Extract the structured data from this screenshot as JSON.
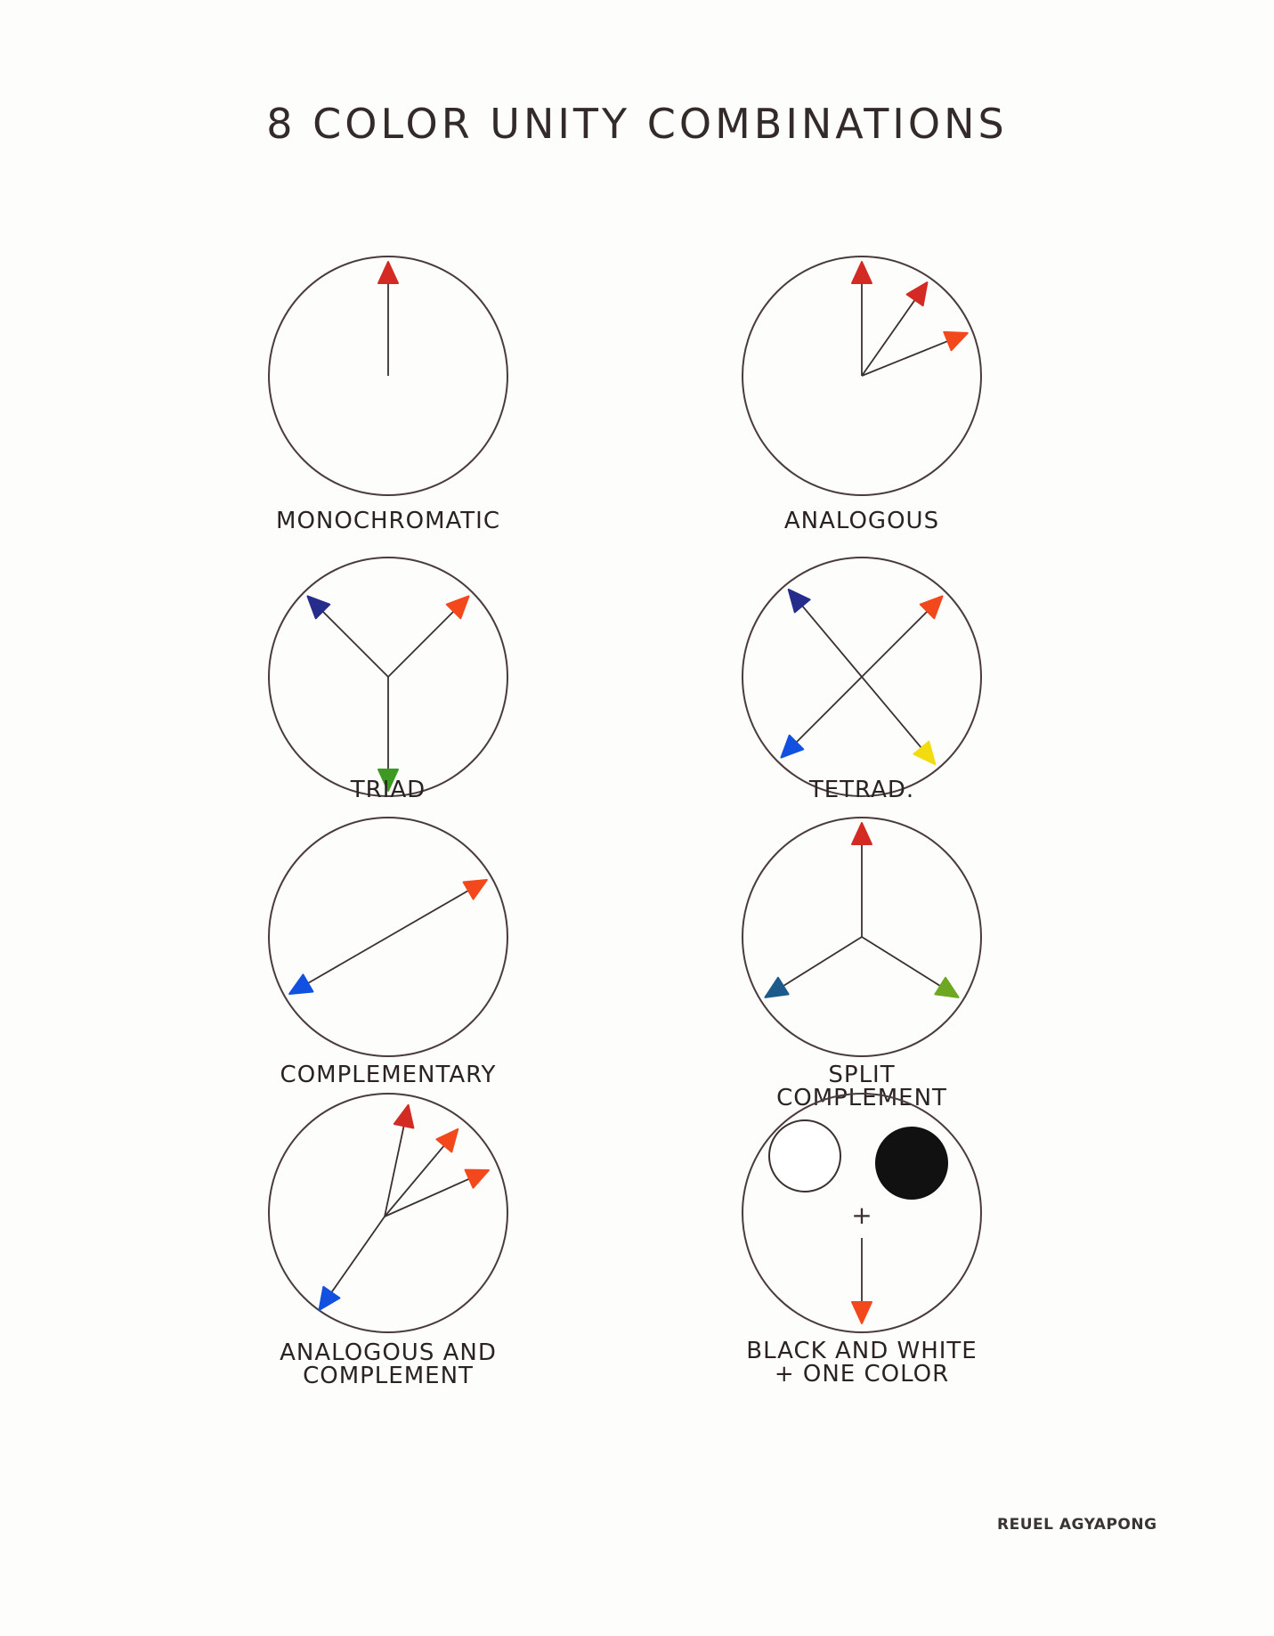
{
  "title": "8 COLOR UNITY COMBINATIONS",
  "signature": "REUEL AGYAPONG",
  "colors": {
    "red": "#d42a24",
    "red_orange": "#f2481c",
    "green": "#3c9a22",
    "navy": "#262c8c",
    "blue": "#1250e0",
    "yellow": "#f2dc10",
    "teal": "#1d5a8c",
    "yellow_green": "#6ea822",
    "black": "#111111",
    "line": "#3a3030"
  },
  "panels": [
    {
      "id": "monochromatic",
      "label": "MONOCHROMATIC",
      "label_lines": [
        "MONOCHROMATIC"
      ],
      "arrows": [
        {
          "angle": 0,
          "color": "red"
        }
      ]
    },
    {
      "id": "analogous",
      "label": "ANALOGOUS",
      "label_lines": [
        "ANALOGOUS"
      ],
      "arrows": [
        {
          "angle": 0,
          "color": "red"
        },
        {
          "angle": 35,
          "color": "red"
        },
        {
          "angle": 68,
          "color": "red_orange"
        }
      ]
    },
    {
      "id": "triad",
      "label": "TRIAD",
      "label_lines": [
        "TRIAD"
      ],
      "arrows": [
        {
          "angle": -45,
          "color": "navy"
        },
        {
          "angle": 45,
          "color": "red_orange"
        },
        {
          "angle": 180,
          "color": "green"
        }
      ]
    },
    {
      "id": "tetrad",
      "label": "TETRAD.",
      "label_lines": [
        "TETRAD."
      ],
      "arrows": [
        {
          "angle": -40,
          "color": "navy"
        },
        {
          "angle": 45,
          "color": "red_orange"
        },
        {
          "angle": 225,
          "color": "blue"
        },
        {
          "angle": 140,
          "color": "yellow"
        }
      ]
    },
    {
      "id": "complementary",
      "label": "COMPLEMENTARY",
      "label_lines": [
        "COMPLEMENTARY"
      ],
      "arrows": [
        {
          "angle": 60,
          "color": "red_orange"
        },
        {
          "angle": 240,
          "color": "blue"
        }
      ]
    },
    {
      "id": "split-complement",
      "label": "SPLIT COMPLEMENT",
      "label_lines": [
        "SPLIT COMPLEMENT"
      ],
      "arrows": [
        {
          "angle": 0,
          "color": "red"
        },
        {
          "angle": 238,
          "color": "teal"
        },
        {
          "angle": 122,
          "color": "yellow_green"
        }
      ]
    },
    {
      "id": "analogous-and-complement",
      "label": "ANALOGOUS AND COMPLEMENT",
      "label_lines": [
        "ANALOGOUS AND",
        "COMPLEMENT"
      ],
      "arrows": [
        {
          "angle": 12,
          "color": "red"
        },
        {
          "angle": 40,
          "color": "red_orange"
        },
        {
          "angle": 66,
          "color": "red_orange"
        },
        {
          "angle": 215,
          "color": "blue"
        }
      ]
    },
    {
      "id": "black-and-white-one-color",
      "label": "BLACK AND WHITE + ONE COLOR",
      "label_lines": [
        "BLACK AND WHITE",
        "+ ONE COLOR"
      ],
      "plus_sign": "+",
      "arrows": [
        {
          "angle": 180,
          "color": "red_orange"
        }
      ],
      "discs": [
        {
          "fill": "white"
        },
        {
          "fill": "black"
        }
      ]
    }
  ]
}
